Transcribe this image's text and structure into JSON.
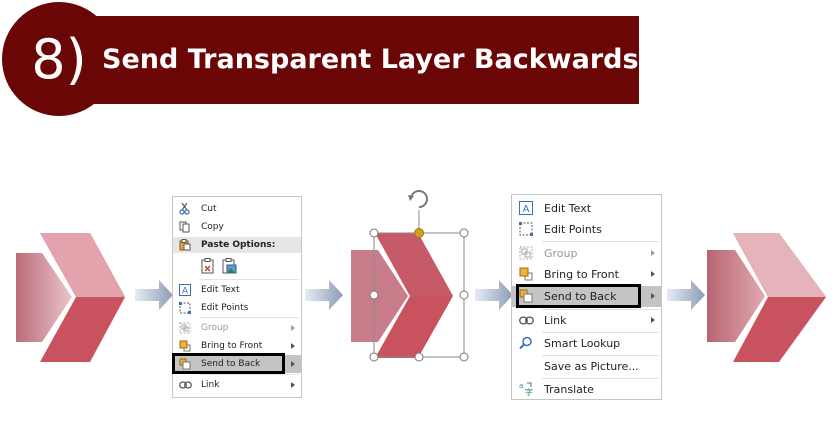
{
  "banner": {
    "step": "8)",
    "title": "Send Transparent Layer Backwards"
  },
  "menu_small": {
    "items": [
      {
        "label": "Cut",
        "icon": "scissors-icon",
        "enabled": true,
        "submenu": false
      },
      {
        "label": "Copy",
        "icon": "copy-icon",
        "enabled": true,
        "submenu": false
      },
      {
        "label": "Paste Options:",
        "icon": "clipboard-icon",
        "enabled": true,
        "submenu": false
      },
      {
        "label": "Edit Text",
        "icon": "edit-text-icon",
        "enabled": true,
        "submenu": false
      },
      {
        "label": "Edit Points",
        "icon": "edit-points-icon",
        "enabled": true,
        "submenu": false
      },
      {
        "label": "Group",
        "icon": "group-icon",
        "enabled": false,
        "submenu": true
      },
      {
        "label": "Bring to Front",
        "icon": "bring-to-front-icon",
        "enabled": true,
        "submenu": true
      },
      {
        "label": "Send to Back",
        "icon": "send-to-back-icon",
        "enabled": true,
        "submenu": true,
        "highlighted": true
      },
      {
        "label": "Link",
        "icon": "link-icon",
        "enabled": true,
        "submenu": true
      }
    ]
  },
  "menu_large": {
    "items": [
      {
        "label": "Edit Text",
        "icon": "edit-text-icon",
        "enabled": true,
        "submenu": false
      },
      {
        "label": "Edit Points",
        "icon": "edit-points-icon",
        "enabled": true,
        "submenu": false
      },
      {
        "label": "Group",
        "icon": "group-icon",
        "enabled": false,
        "submenu": true
      },
      {
        "label": "Bring to Front",
        "icon": "bring-to-front-icon",
        "enabled": true,
        "submenu": true
      },
      {
        "label": "Send to Back",
        "icon": "send-to-back-icon",
        "enabled": true,
        "submenu": true,
        "highlighted": true
      },
      {
        "label": "Link",
        "icon": "link-icon",
        "enabled": true,
        "submenu": true
      },
      {
        "label": "Smart Lookup",
        "icon": "smart-lookup-icon",
        "enabled": true,
        "submenu": false
      },
      {
        "label": "Save as Picture...",
        "icon": "",
        "enabled": true,
        "submenu": false
      },
      {
        "label": "Translate",
        "icon": "translate-icon",
        "enabled": true,
        "submenu": false
      }
    ]
  },
  "colors": {
    "banner": "#6b0606",
    "chevron_dark": "#c9525f",
    "chevron_light": "#e8b0b8",
    "rect_back": "#c77a86",
    "arrow": "#9aa9be",
    "highlight": "#c4c4c4",
    "handle_rotate": "#d4a017"
  }
}
